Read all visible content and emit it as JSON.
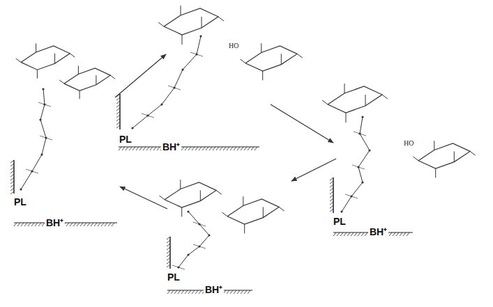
{
  "diagram": {
    "nodes": [
      {
        "text": [
          "PL",
          "BH⁺"
        ]
      },
      {
        "text": [
          "PL",
          "BH⁺"
        ]
      },
      {
        "text": [
          "PL",
          "BH⁺"
        ]
      },
      {
        "text": [
          "PL",
          "BH⁺"
        ]
      }
    ],
    "edges": [
      {
        "from": 0,
        "to": 1,
        "arrow": "to"
      },
      {
        "from": 1,
        "to": 2,
        "arrow": "to"
      },
      {
        "from": 2,
        "to": 3,
        "arrow": "to"
      },
      {
        "from": 3,
        "to": 0,
        "arrow": "to"
      }
    ],
    "labels": [
      "HO",
      "HO"
    ]
  }
}
